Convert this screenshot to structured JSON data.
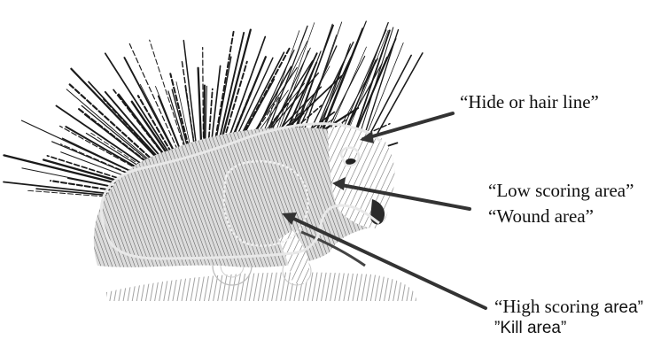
{
  "labels": {
    "hide_line": "“Hide or hair line”",
    "low_scoring_area": "“Low scoring area”",
    "wound_area": "“Wound area”",
    "high_scoring_prefix": "“High scoring ",
    "high_scoring_suffix": "area”",
    "kill_area": "”Kill area”"
  },
  "colors": {
    "ink": "#1a1a1a",
    "outline": "#e8e8e8",
    "arrow": "#333333"
  }
}
